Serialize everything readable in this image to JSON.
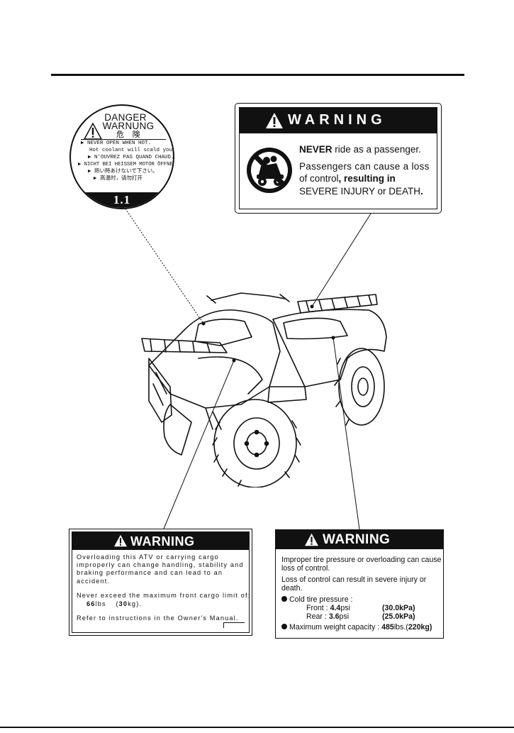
{
  "danger_label": {
    "title_1": "DANGER",
    "title_2": "WARNUNG",
    "title_3": "危　険",
    "lines": [
      "▶ NEVER OPEN WHEN HOT.",
      "Hot coolant will scald you.",
      "▶ N'OUVREZ PAS QUAND CHAUD.",
      "▶ NICHT BEI HEISSEM MOTOR ÖFFNEN.",
      "▶ 熱い時あけないで下さい。",
      "▶ 高温时，请勿打开"
    ],
    "band": "1.1"
  },
  "passenger_label": {
    "heading": "WARNING",
    "line1_bold": "NEVER",
    "line1_rest": " ride as a passenger.",
    "line2": "Passengers can cause a loss",
    "line3a": "of control",
    "line3b": ", resulting in",
    "line4a": "SEVERE INJURY or DEATH",
    "line4b": ".",
    "icon": "no-passenger-icon"
  },
  "cargo_label": {
    "heading": "WARNING",
    "para1": "Overloading this ATV or carrying cargo improperly can change handling, stability and braking performance and can lead to an accident.",
    "para2_prefix": "Never exceed the maximum front cargo limit of:",
    "para2_lbs": "66",
    "para2_lbs_unit": "lbs",
    "para2_kg_open": "(",
    "para2_kg": "30",
    "para2_kg_unit": "kg).",
    "para3": "Refer to instructions in the Owner's Manual."
  },
  "tire_label": {
    "heading": "WARNING",
    "para1": "Improper tire pressure or overloading can cause loss of control.",
    "para2": "Loss of control can result in severe injury or death.",
    "cold_label": "Cold tire pressure :",
    "front_label": "Front  :",
    "front_psi": "4.4",
    "front_psi_unit": "psi",
    "front_kpa_open": "(",
    "front_kpa": "30.0",
    "front_kpa_unit": "kPa)",
    "rear_label": "Rear  :",
    "rear_psi": "3.6",
    "rear_psi_unit": "psi",
    "rear_kpa_open": "(",
    "rear_kpa": "25.0",
    "rear_kpa_unit": "kPa)",
    "weight_label": "Maximum weight capacity :",
    "weight_lbs": "485",
    "weight_lbs_unit": "lbs.(",
    "weight_kg": "220",
    "weight_kg_unit": "kg)"
  },
  "illustration": {
    "subject": "atv-icon"
  }
}
